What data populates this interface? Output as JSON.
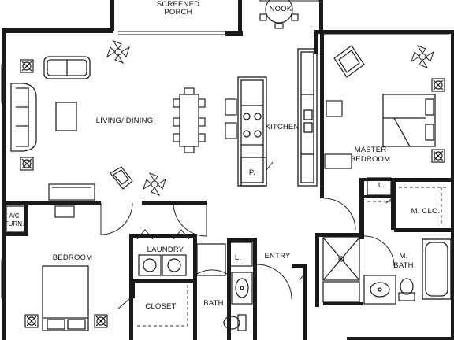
{
  "rooms": {
    "screened_porch": [
      "SCREENED",
      "PORCH"
    ],
    "nook": "NOOK",
    "living_dining": "LIVING/ DINING",
    "kitchen": "KITCHEN",
    "master_bedroom": [
      "MASTER",
      "BEDROOM"
    ],
    "m_closet": "M. CLO.",
    "bedroom": "BEDROOM",
    "laundry": "LAUNDRY",
    "closet": "CLOSET",
    "bath": "BATH",
    "entry": "ENTRY",
    "m_bath": [
      "M.",
      "BATH"
    ],
    "ac_furn": [
      "A/C",
      "FURN."
    ]
  },
  "fixtures": {
    "linen_entry": "L.",
    "linen_master": "L.",
    "pantry": "P."
  }
}
